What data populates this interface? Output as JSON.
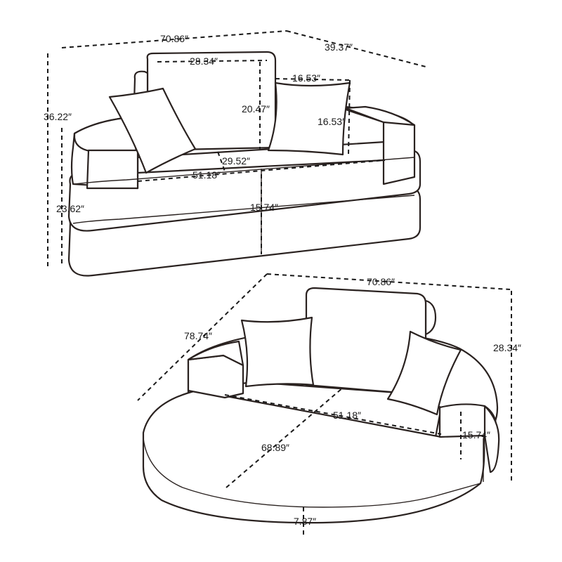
{
  "diagram": {
    "sofa": {
      "overall_width": "70.86″",
      "overall_depth": "39.37″",
      "backrest_width": "28.34″",
      "pillow_width": "16.53″",
      "backrest_height": "20.47″",
      "pillow_height": "16.53″",
      "overall_height": "36.22″",
      "seat_depth": "29.52″",
      "seat_width": "51.18″",
      "seat_height": "23.62″",
      "cushion_height": "15.74″"
    },
    "bed": {
      "overall_width": "70.86″",
      "overall_length": "78.74″",
      "back_height": "28.34″",
      "seat_width": "51.18″",
      "arm_height": "15.74″",
      "extension_depth": "68.89″",
      "base_height": "7.87″"
    }
  }
}
